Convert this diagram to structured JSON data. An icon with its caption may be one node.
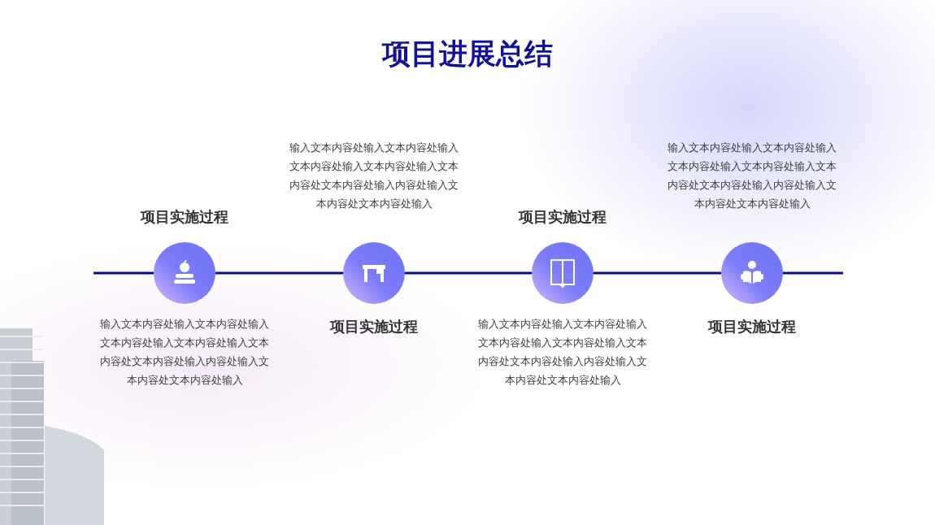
{
  "diagram": {
    "title": "项目进展总结",
    "nodes": [
      {
        "text": [],
        "shape": "circle",
        "beside": [
          "项目实施过程",
          "输入文本内容处输入文本内容处输入文本内容处输入文本内容处输入文本内容处文本内容处输入内容处输入文本内容处文本内容处输入"
        ]
      },
      {
        "text": [],
        "shape": "circle",
        "beside": [
          "项目实施过程",
          "输入文本内容处输入文本内容处输入文本内容处输入文本内容处输入文本内容处文本内容处输入内容处输入文本内容处文本内容处输入"
        ]
      },
      {
        "text": [],
        "shape": "circle",
        "beside": [
          "项目实施过程",
          "输入文本内容处输入文本内容处输入文本内容处输入文本内容处输入文本内容处文本内容处输入内容处输入文本内容处文本内容处输入"
        ]
      },
      {
        "text": [],
        "shape": "circle",
        "beside": [
          "项目实施过程",
          "输入文本内容处输入文本内容处输入文本内容处输入文本内容处输入文本内容处文本内容处输入内容处输入文本内容处文本内容处输入"
        ]
      }
    ],
    "edges": [
      {
        "from": null,
        "to": 0,
        "arrow": "none"
      },
      {
        "from": 0,
        "to": 1,
        "arrow": "none"
      },
      {
        "from": 1,
        "to": 2,
        "arrow": "none"
      },
      {
        "from": 2,
        "to": 3,
        "arrow": "none"
      },
      {
        "from": 3,
        "to": null,
        "arrow": "none"
      }
    ]
  }
}
